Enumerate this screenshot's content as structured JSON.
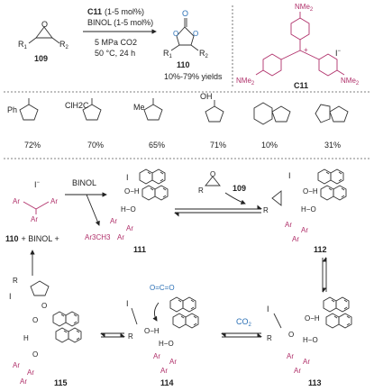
{
  "reaction": {
    "reagent1": "C11",
    "reagent1_loading": "(1-5 mol%)",
    "reagent2": "BINOL (1-5 mol%)",
    "epoxide_label": "109",
    "conditions": [
      "5 MPa CO2",
      "50 °C, 24 h"
    ],
    "product_label": "110",
    "yields": "10%-79% yields",
    "r1": "R",
    "r2": "R",
    "sub1": "1",
    "sub2": "2"
  },
  "catalyst": {
    "label": "C11",
    "nme2": "NMe",
    "nme2_sub": "2",
    "counterion": "I",
    "charge": "+"
  },
  "products": [
    {
      "substituent": "Ph",
      "yield": "72%"
    },
    {
      "substituent": "ClH2C",
      "yield": "70%"
    },
    {
      "substituent": "Me",
      "yield": "65%"
    },
    {
      "substituent": "OH",
      "yield": "71%"
    },
    {
      "substituent": "",
      "yield": "10%"
    },
    {
      "substituent": "",
      "yield": "31%"
    }
  ],
  "mechanism": {
    "binol": "BINOL",
    "ar": "Ar",
    "iodide": "I",
    "ar3ch3": "Ar3CH3",
    "side_note": "110 + BINOL +",
    "epoxide": "109",
    "co2": "CO2",
    "intermediates": [
      "111",
      "112",
      "113",
      "114",
      "115"
    ]
  }
}
